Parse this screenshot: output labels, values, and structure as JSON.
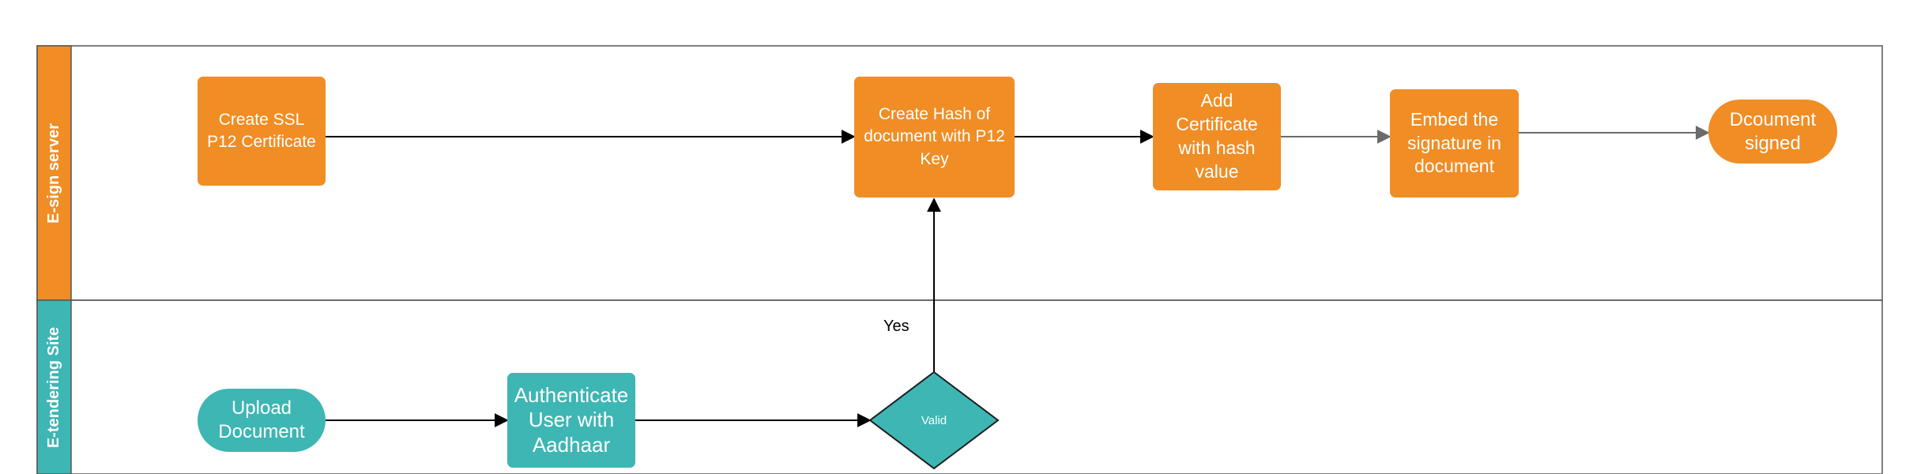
{
  "lanes": {
    "esign": {
      "label": "E-sign server",
      "color": "#f08d25"
    },
    "etender": {
      "label": "E-tendering Site",
      "color": "#3db6b4"
    }
  },
  "nodes": {
    "create_ssl": "Create SSL P12 Certificate",
    "create_hash": "Create Hash of document with P12 Key",
    "add_certificate": "Add Certificate with hash value",
    "embed_signature": "Embed the signature in document",
    "document_signed": "Dcoument signed",
    "upload_document": "Upload Document",
    "authenticate_user": "Authenticate User with Aadhaar",
    "valid": "Valid"
  },
  "edge_labels": {
    "yes": "Yes"
  },
  "colors": {
    "orange": "#f08d25",
    "teal": "#3db6b4",
    "edge_dark": "#000000",
    "edge_grey": "#6b6b6b",
    "border": "#555555"
  }
}
